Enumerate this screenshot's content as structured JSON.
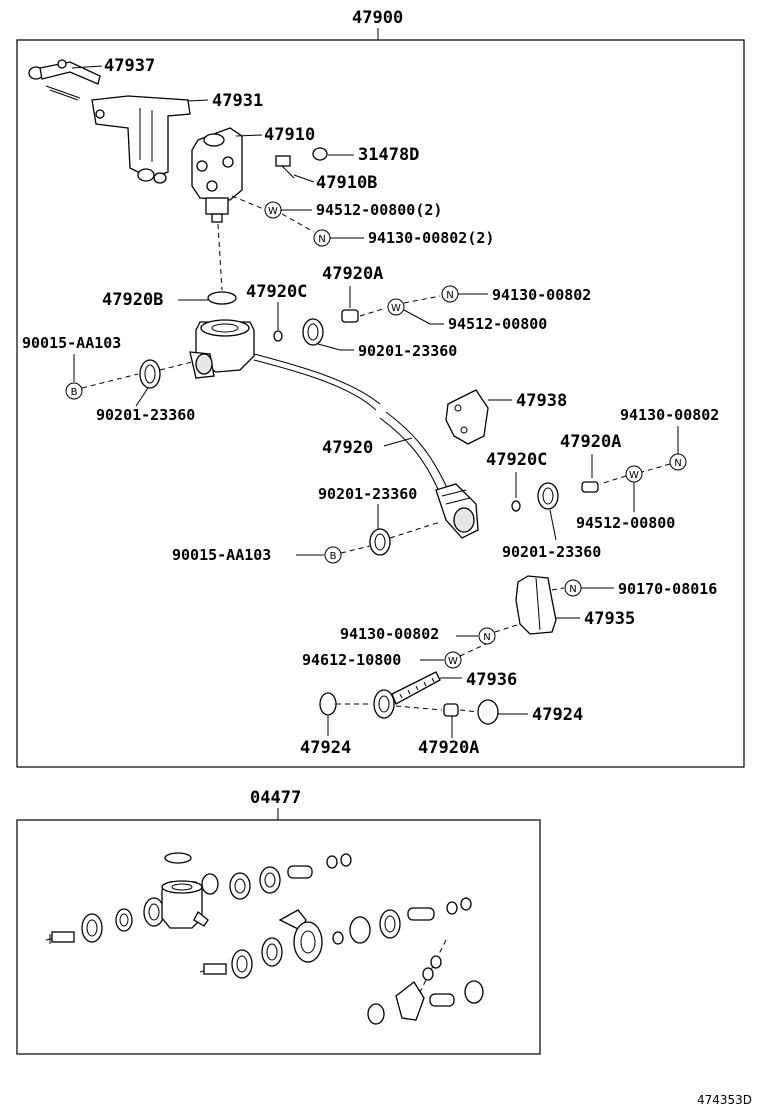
{
  "assembly_top": "47900",
  "assembly_bottom": "04477",
  "figure_code": "474353D",
  "symbols": {
    "washer": "W",
    "nut": "N",
    "bolt": "B"
  },
  "labels": {
    "p47937": "47937",
    "p47931": "47931",
    "p47910": "47910",
    "p31478D": "31478D",
    "p47910B": "47910B",
    "w_top": "94512-00800(2)",
    "n_top": "94130-00802(2)",
    "p47920A_1": "47920A",
    "p47920B": "47920B",
    "p47920C_1": "47920C",
    "n_a": "94130-00802",
    "w_a": "94512-00800",
    "g_90201_1": "90201-23360",
    "b_90015_1": "90015-AA103",
    "g_90201_2": "90201-23360",
    "p47938": "47938",
    "n_b": "94130-00802",
    "p47920": "47920",
    "p47920A_2": "47920A",
    "p47920C_2": "47920C",
    "g_90201_3": "90201-23360",
    "w_b": "94512-00800",
    "b_90015_2": "90015-AA103",
    "g_90201_4": "90201-23360",
    "n_90170": "90170-08016",
    "p47935": "47935",
    "n_c": "94130-00802",
    "w_c": "94612-10800",
    "p47936": "47936",
    "p47924_1": "47924",
    "p47924_2": "47924",
    "p47920A_3": "47920A"
  }
}
